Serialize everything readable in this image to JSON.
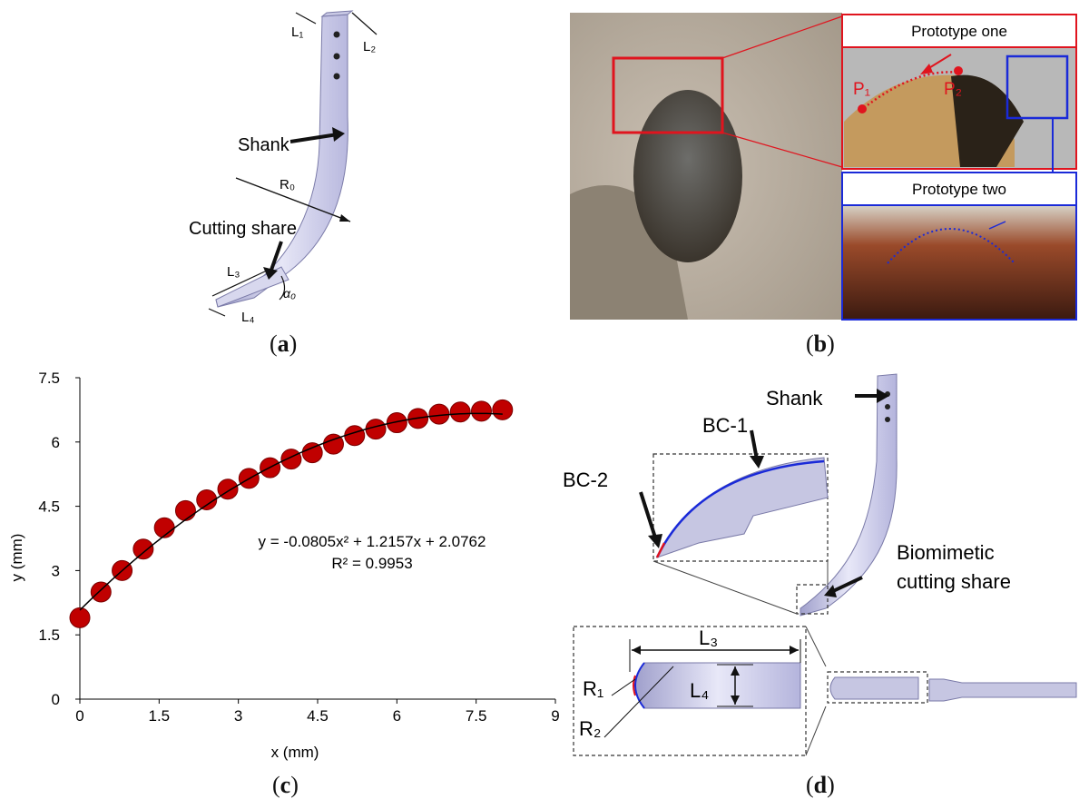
{
  "captions": {
    "a": "a",
    "b": "b",
    "c": "c",
    "d": "d"
  },
  "panel_a": {
    "labels": {
      "shank": "Shank",
      "cutting_share": "Cutting share",
      "r0": "R₀",
      "alpha0": "α₀",
      "L1": "L₁",
      "L2": "L₂",
      "L3": "L₃",
      "L4": "L₄"
    }
  },
  "panel_b": {
    "prototype_one": "Prototype one",
    "prototype_two": "Prototype two",
    "p1": "P₁",
    "p2": "P₂",
    "colors": {
      "frame_red": "#e0141e",
      "frame_blue": "#1a2ad8"
    }
  },
  "panel_d": {
    "labels": {
      "shank": "Shank",
      "bc1": "BC-1",
      "bc2": "BC-2",
      "biomimetic_line1": "Biomimetic",
      "biomimetic_line2": "cutting share",
      "L3": "L₃",
      "L4": "L₄",
      "R1": "R₁",
      "R2": "R₂"
    }
  },
  "chart_data": {
    "type": "scatter",
    "title": "",
    "xlabel": "x (mm)",
    "ylabel": "y (mm)",
    "xlim": [
      0,
      9
    ],
    "ylim": [
      0,
      7.5
    ],
    "xticks": [
      "0",
      "1.5",
      "3",
      "4.5",
      "6",
      "7.5",
      "9"
    ],
    "yticks": [
      "0",
      "1.5",
      "3",
      "4.5",
      "6",
      "7.5"
    ],
    "x": [
      0,
      0.4,
      0.8,
      1.2,
      1.6,
      2.0,
      2.4,
      2.8,
      3.2,
      3.6,
      4.0,
      4.4,
      4.8,
      5.2,
      5.6,
      6.0,
      6.4,
      6.8,
      7.2,
      7.6,
      8.0
    ],
    "y": [
      1.9,
      2.5,
      3.0,
      3.5,
      4.0,
      4.4,
      4.65,
      4.9,
      5.15,
      5.4,
      5.6,
      5.75,
      5.95,
      6.15,
      6.3,
      6.45,
      6.55,
      6.65,
      6.7,
      6.72,
      6.75
    ],
    "trendline": {
      "a": -0.0805,
      "b": 1.2157,
      "c": 2.0762
    },
    "equation": "y = -0.0805x² + 1.2157x + 2.0762",
    "r2": "R² = 0.9953",
    "marker_color": "#c00000",
    "line_color": "#000000"
  }
}
